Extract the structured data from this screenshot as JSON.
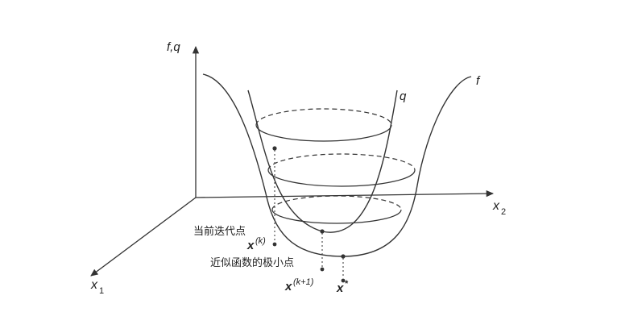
{
  "diagram": {
    "axis_fq": "f,q",
    "axis_x1_base": "x",
    "axis_x1_sub": "1",
    "axis_x2_base": "x",
    "axis_x2_sub": "2",
    "curve_q_label": "q",
    "curve_f_label": "f",
    "current_iterate_label": "当前迭代点",
    "xk_base": "x",
    "xk_sup": "(k)",
    "approx_min_label": "近似函数的极小点",
    "xk1_base": "x",
    "xk1_sup": "(k+1)",
    "xstar_base": "x",
    "xstar_sup": "*"
  },
  "colors": {
    "line": "#333333",
    "background": "#ffffff"
  }
}
